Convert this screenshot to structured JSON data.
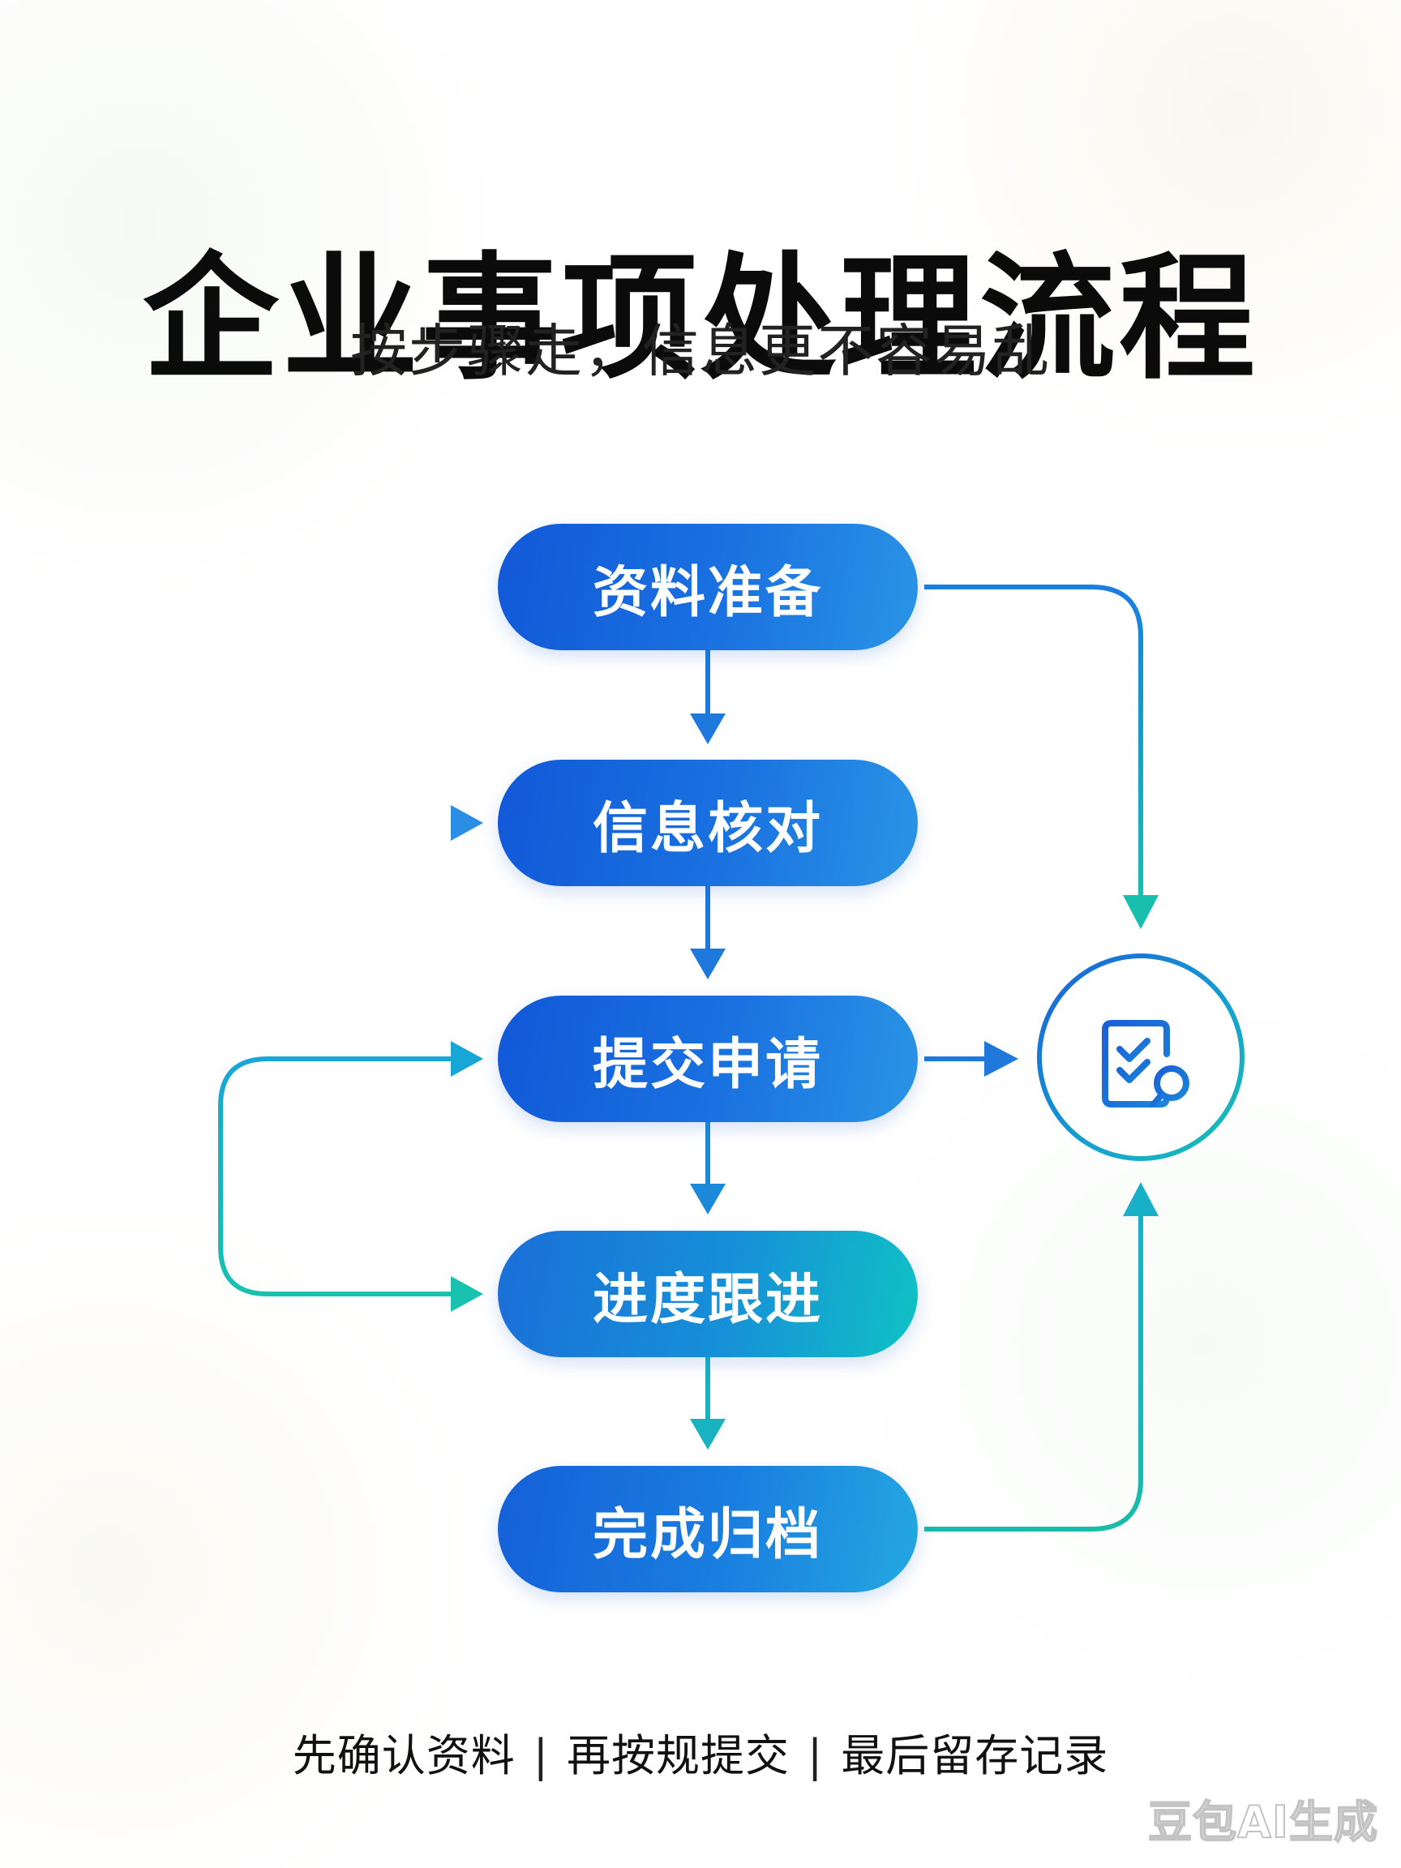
{
  "title": "企业事项处理流程",
  "subtitle": "按步骤走，信息更不容易乱",
  "steps": [
    {
      "label": "资料准备"
    },
    {
      "label": "信息核对"
    },
    {
      "label": "提交申请"
    },
    {
      "label": "进度跟进"
    },
    {
      "label": "完成归档"
    }
  ],
  "result_icon": "document-check-search-icon",
  "footer": {
    "parts": [
      "先确认资料",
      "再按规提交",
      "最后留存记录"
    ],
    "separator": "|"
  },
  "watermark": "豆包AI生成",
  "colors": {
    "primary_blue": "#1a6fe0",
    "accent_teal": "#1ec0b0",
    "title_text": "#0b0b0b"
  }
}
